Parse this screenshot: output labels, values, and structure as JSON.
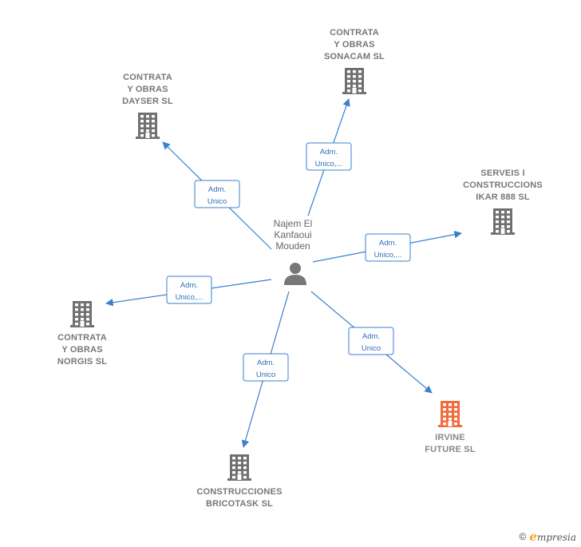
{
  "center": {
    "name_lines": [
      "Najem El",
      "Kanfaoui",
      "Mouden"
    ],
    "icon": "person-icon",
    "color": "#777777"
  },
  "companies": [
    {
      "id": "sonacam",
      "lines": [
        "CONTRATA",
        "Y OBRAS",
        "SONACAM SL"
      ],
      "edge_label": [
        "Adm.",
        "Unico,..."
      ],
      "highlight": false
    },
    {
      "id": "dayser",
      "lines": [
        "CONTRATA",
        "Y OBRAS",
        "DAYSER  SL"
      ],
      "edge_label": [
        "Adm.",
        "Unico"
      ],
      "highlight": false
    },
    {
      "id": "ikar",
      "lines": [
        "SERVEIS I",
        "CONSTRUCCIONS",
        "IKAR 888  SL"
      ],
      "edge_label": [
        "Adm.",
        "Unico,..."
      ],
      "highlight": false
    },
    {
      "id": "norgis",
      "lines": [
        "CONTRATA",
        "Y OBRAS",
        "NORGIS SL"
      ],
      "edge_label": [
        "Adm.",
        "Unico,..."
      ],
      "highlight": false
    },
    {
      "id": "irvine",
      "lines": [
        "IRVINE",
        "FUTURE  SL"
      ],
      "edge_label": [
        "Adm.",
        "Unico"
      ],
      "highlight": true
    },
    {
      "id": "bricotask",
      "lines": [
        "CONSTRUCCIONES",
        "BRICOTASK  SL"
      ],
      "edge_label": [
        "Adm.",
        "Unico"
      ],
      "highlight": false
    }
  ],
  "colors": {
    "building": "#707070",
    "building_highlight": "#f26a3d",
    "edge": "#3a7fd0"
  },
  "footer": {
    "copyright_symbol": "©",
    "brand_initial": "e",
    "brand_rest": "mpresia"
  }
}
